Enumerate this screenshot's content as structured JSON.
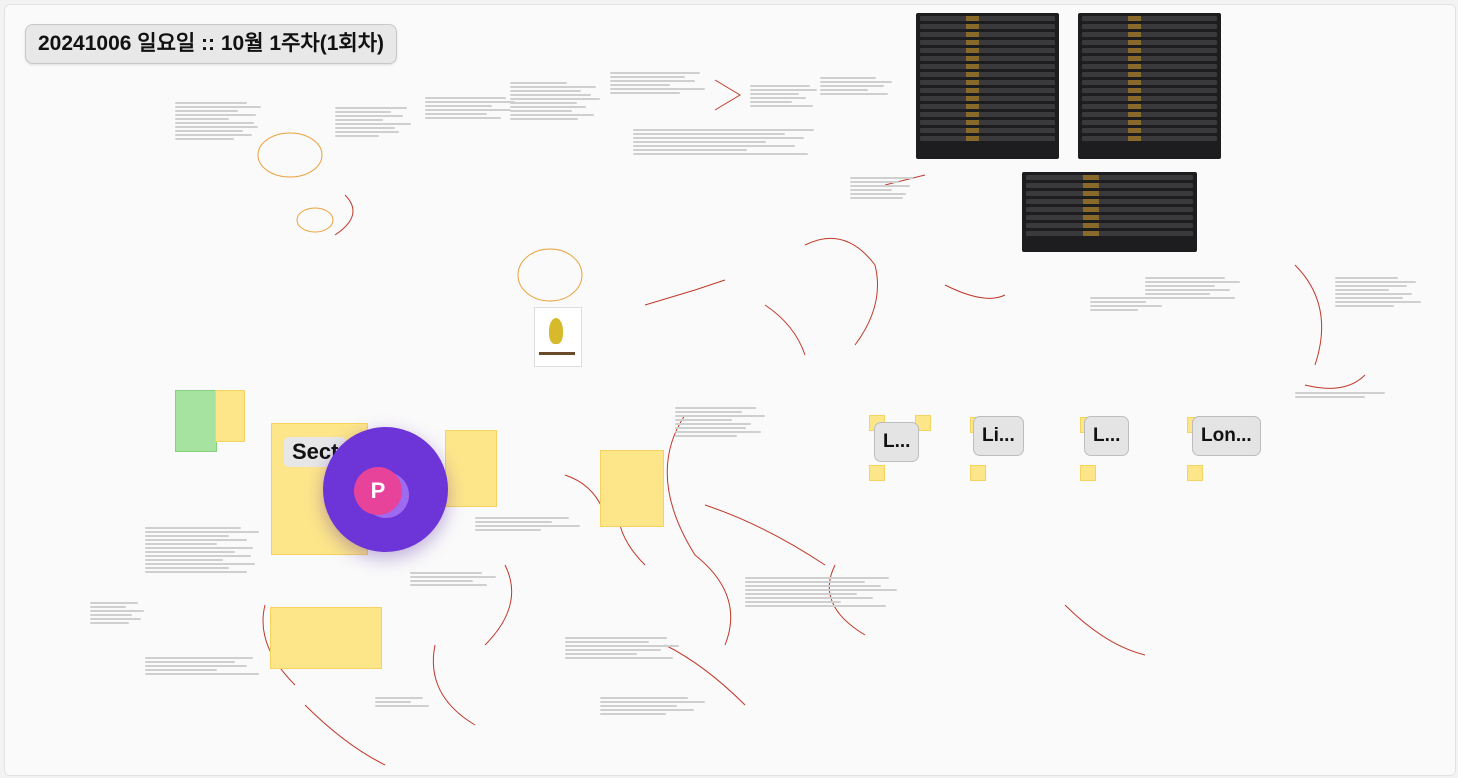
{
  "board": {
    "title": "20241006 일요일 :: 10월 1주차(1회차)"
  },
  "frames": [
    {
      "label": "L..."
    },
    {
      "label": "Li..."
    },
    {
      "label": "L..."
    },
    {
      "label": "Lon..."
    }
  ],
  "section": {
    "label": "Sect"
  },
  "avatar": {
    "initial": "P"
  },
  "colors": {
    "sticky": "#fde68a",
    "sticky_green": "#a7e3a0",
    "ink": "#c0392b",
    "circle": "#e8a33c",
    "avatar_outer": "#6d35d8",
    "avatar_inner": "#e8439a"
  }
}
